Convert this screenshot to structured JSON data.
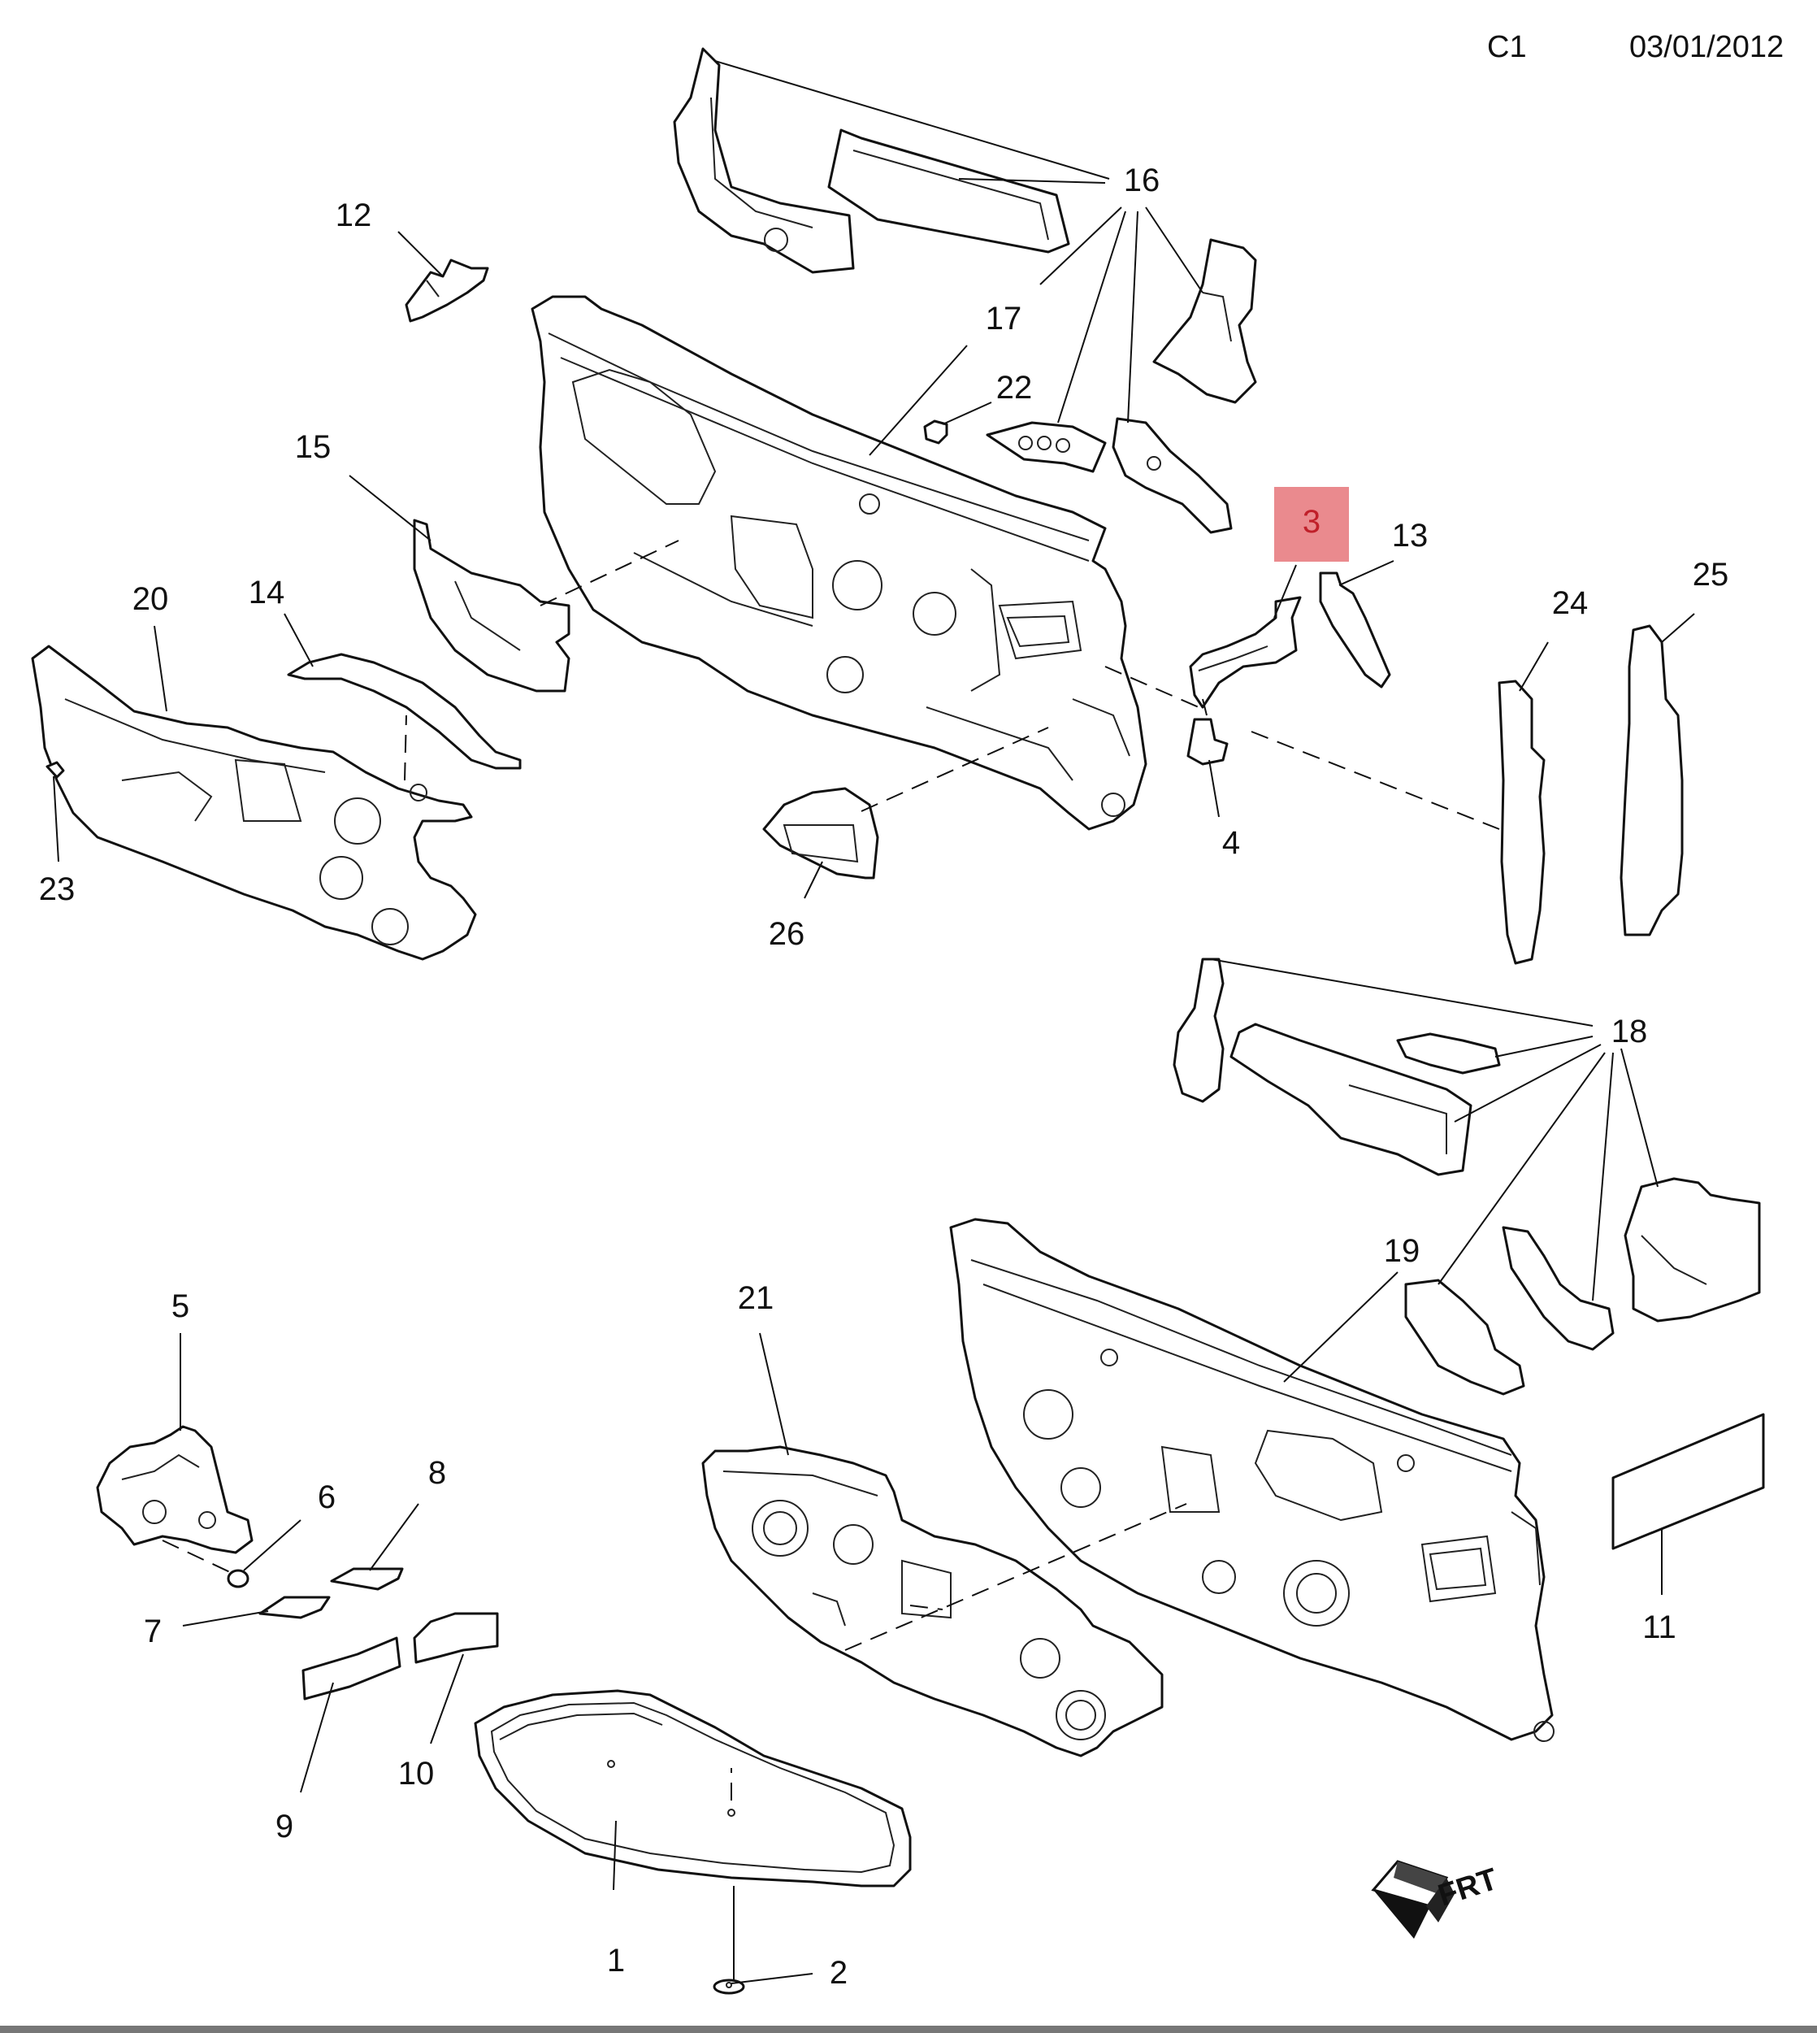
{
  "header": {
    "code": "C1",
    "date": "03/01/2012"
  },
  "highlight": {
    "color": "#ea8a8e",
    "text_color": "#c0202a",
    "label": "3"
  },
  "callouts": {
    "c1": "1",
    "c2": "2",
    "c3": "3",
    "c4": "4",
    "c5": "5",
    "c6": "6",
    "c7": "7",
    "c8": "8",
    "c9": "9",
    "c10": "10",
    "c11": "11",
    "c12": "12",
    "c13": "13",
    "c14": "14",
    "c15": "15",
    "c16": "16",
    "c17": "17",
    "c18": "18",
    "c19": "19",
    "c20": "20",
    "c21": "21",
    "c22": "22",
    "c23": "23",
    "c24": "24",
    "c25": "25",
    "c26": "26"
  },
  "direction_marker": {
    "icon": "front-arrow-icon",
    "label": "FRT"
  },
  "bottom_rule_color": "#777777"
}
